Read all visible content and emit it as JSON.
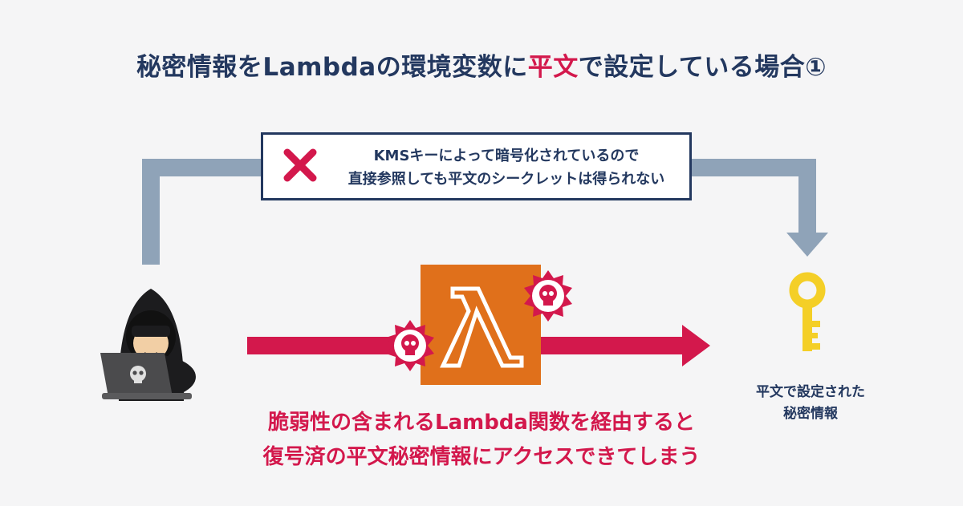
{
  "title": {
    "prefix": "秘密情報をLambdaの環境変数に",
    "highlight": "平文",
    "suffix": "で設定している場合①"
  },
  "notice": {
    "icon": "cross-icon",
    "line1": "KMSキーによって暗号化されているので",
    "line2": "直接参照しても平文のシークレットは得られない"
  },
  "key_label": {
    "line1": "平文で設定された",
    "line2": "秘密情報"
  },
  "attack_text": {
    "line1": "脆弱性の含まれるLambda関数を経由すると",
    "line2": "復号済の平文秘密情報にアクセスできてしまう"
  },
  "colors": {
    "navy": "#23385f",
    "crimson": "#d3184c",
    "lambda_orange": "#e0701b",
    "route_gray": "#8fa3b8",
    "key_yellow": "#f4cf27"
  }
}
